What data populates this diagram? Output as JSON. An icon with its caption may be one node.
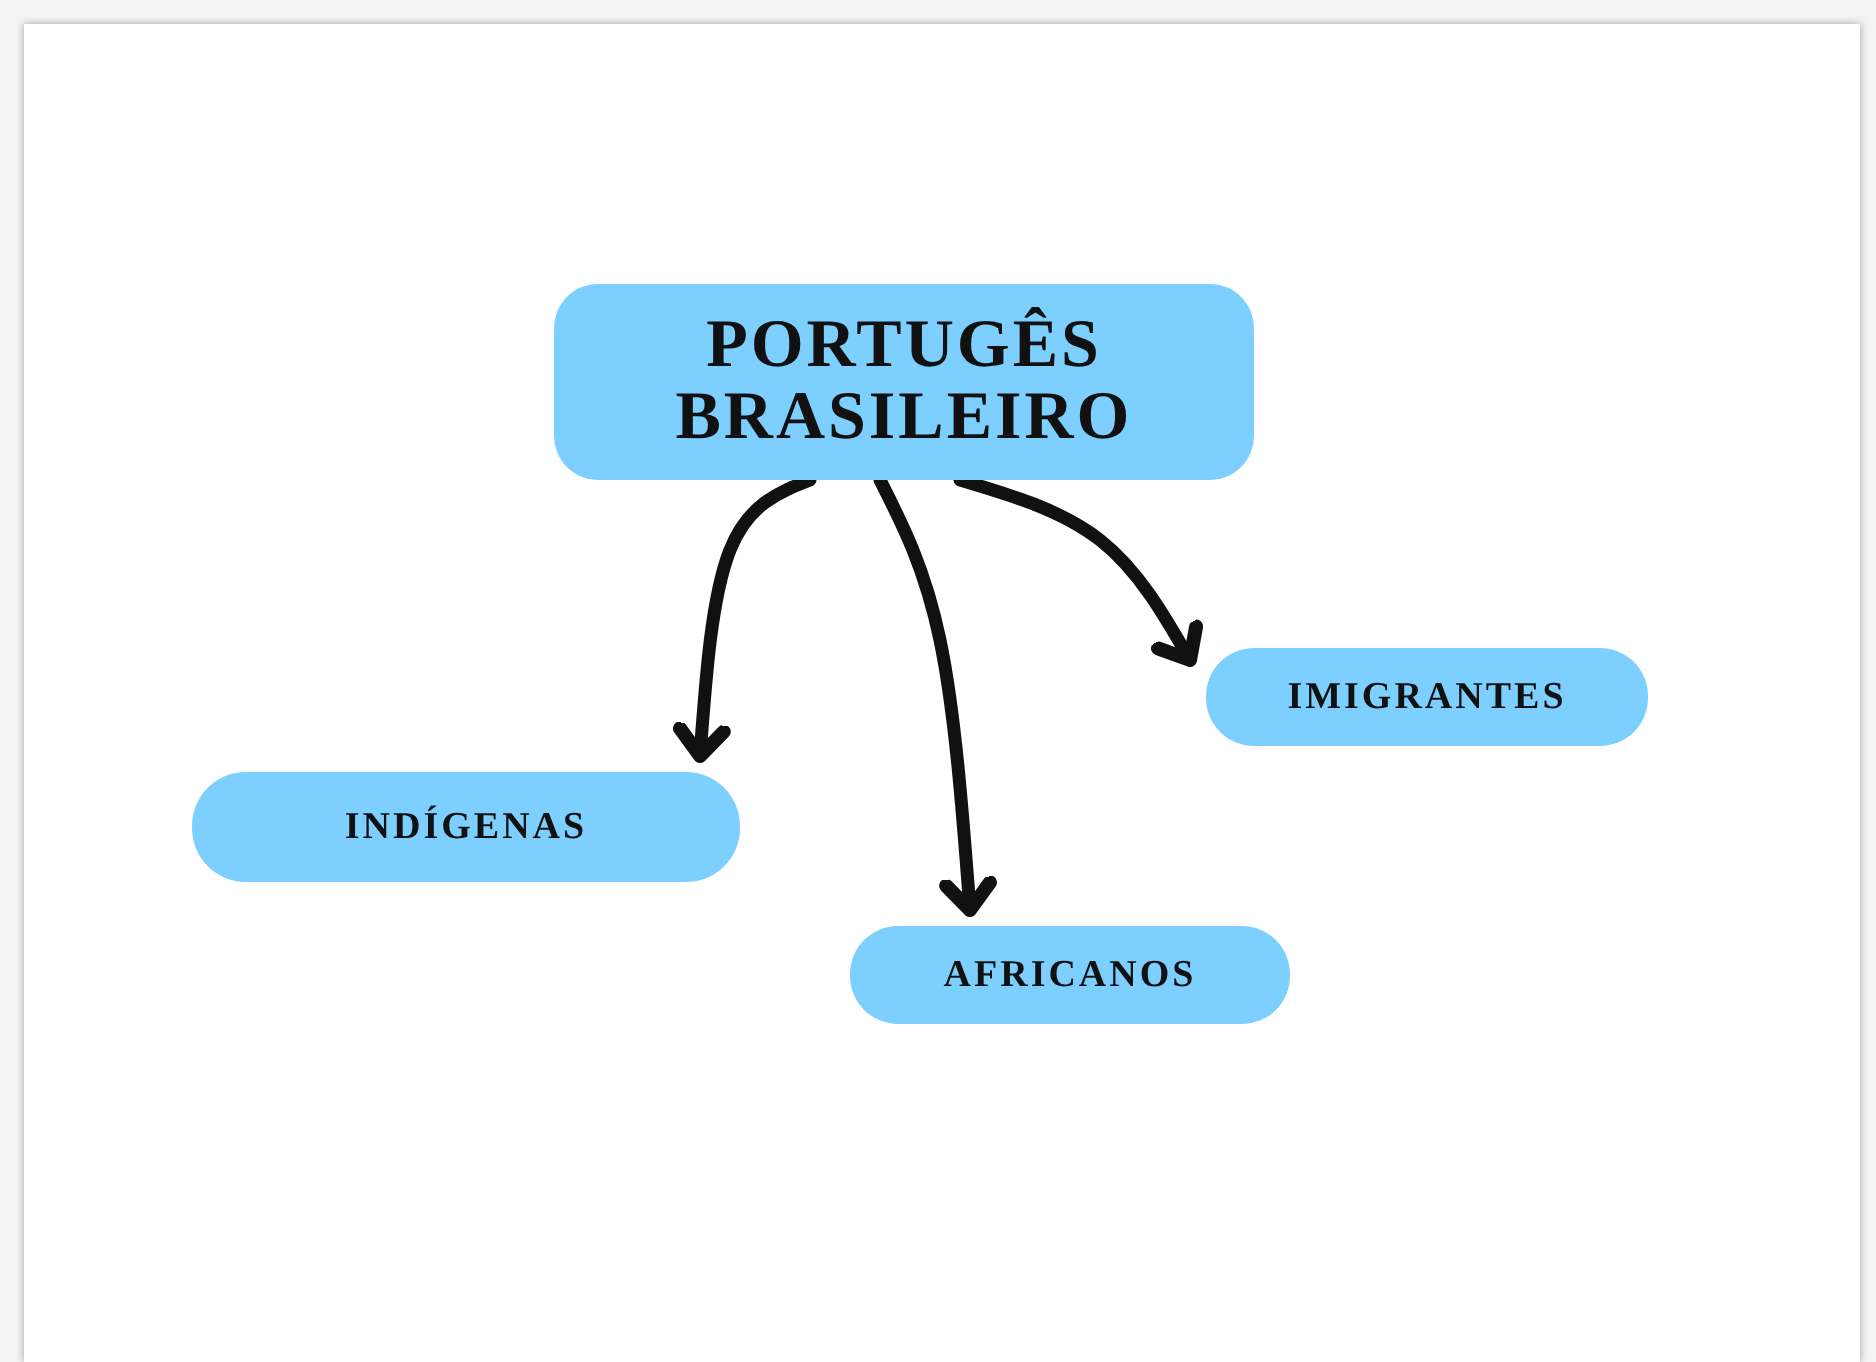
{
  "diagram": {
    "nodes": [
      {
        "text": [
          "PORTUGÊS BRASILEIRO"
        ]
      },
      {
        "text": [
          "INDÍGENAS"
        ]
      },
      {
        "text": [
          "AFRICANOS"
        ]
      },
      {
        "text": [
          "IMIGRANTES"
        ]
      }
    ],
    "edges": [
      {
        "from": 0,
        "to": 1,
        "arrow": "to"
      },
      {
        "from": 0,
        "to": 2,
        "arrow": "to"
      },
      {
        "from": 0,
        "to": 3,
        "arrow": "to"
      }
    ]
  }
}
